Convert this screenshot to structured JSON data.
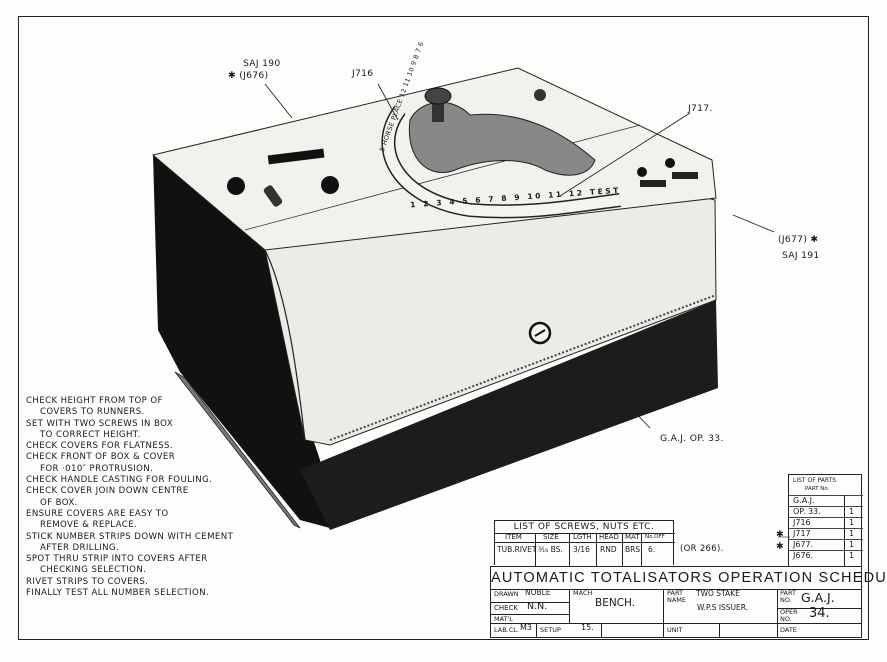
{
  "callouts": {
    "saj190": "SAJ 190",
    "j676_top": "✱ (J676)",
    "j716": "J716",
    "j717": "J717.",
    "j677": "(J677) ✱",
    "saj191": "SAJ 191",
    "gaj": "G.A.J.  OP. 33."
  },
  "dial": {
    "numbers": [
      "1",
      "2",
      "3",
      "4",
      "5",
      "6",
      "7",
      "8",
      "9",
      "10",
      "11",
      "12",
      "TEST"
    ],
    "upper_text": "5 HORSE PLACE 12 11 10 9 8 7 6"
  },
  "notes": [
    {
      "text": "CHECK HEIGHT FROM TOP OF",
      "indent": false
    },
    {
      "text": "COVERS TO RUNNERS.",
      "indent": true
    },
    {
      "text": "SET WITH TWO SCREWS IN BOX",
      "indent": false
    },
    {
      "text": "TO CORRECT HEIGHT.",
      "indent": true
    },
    {
      "text": "CHECK COVERS FOR FLATNESS.",
      "indent": false
    },
    {
      "text": "CHECK FRONT OF BOX & COVER",
      "indent": false
    },
    {
      "text": "FOR ·010″ PROTRUSION.",
      "indent": true
    },
    {
      "text": "CHECK HANDLE CASTING FOR FOULING.",
      "indent": false
    },
    {
      "text": "CHECK COVER JOIN DOWN CENTRE",
      "indent": false
    },
    {
      "text": "OF BOX.",
      "indent": true
    },
    {
      "text": "ENSURE COVERS ARE EASY TO",
      "indent": false
    },
    {
      "text": "REMOVE & REPLACE.",
      "indent": true
    },
    {
      "text": "STICK NUMBER STRIPS DOWN WITH CEMENT",
      "indent": false
    },
    {
      "text": "AFTER DRILLING.",
      "indent": true
    },
    {
      "text": "SPOT THRU STRIP INTO COVERS AFTER",
      "indent": false
    },
    {
      "text": "CHECKING SELECTION.",
      "indent": true
    },
    {
      "text": "RIVET STRIPS TO COVERS.",
      "indent": false
    },
    {
      "text": "FINALLY TEST ALL NUMBER SELECTION.",
      "indent": false
    }
  ],
  "screws": {
    "caption": "LIST OF SCREWS, NUTS ETC.",
    "headers": [
      "ITEM",
      "SIZE",
      "LGTH",
      "HEAD",
      "MAT",
      "No.OFF"
    ],
    "row": [
      "TUB.RIVET",
      "³⁄₁₆ BS.",
      "3/16",
      "RND",
      "BRS.",
      "6."
    ],
    "note": "(OR 266)."
  },
  "parts": {
    "caption": "LIST OF PARTS",
    "subcaption": "PART No.",
    "items": [
      {
        "name": "G.A.J.",
        "qty": ""
      },
      {
        "name": "OP. 33.",
        "qty": "1"
      },
      {
        "name": "J716",
        "qty": "1"
      },
      {
        "name": "J717",
        "qty": "1"
      },
      {
        "name": "J677.",
        "qty": "1"
      },
      {
        "name": "J676.",
        "qty": "1"
      }
    ],
    "stars": [
      "✱",
      "✱"
    ]
  },
  "schedule": {
    "title": "AUTOMATIC  TOTALISATORS  OPERATION  SCHEDULE",
    "drawn_label": "DRAWN",
    "drawn_value": "NOBLE",
    "check_label": "CHECK",
    "check_value": "N.N.",
    "matl_label": "MAT'L",
    "mach_label": "MACH",
    "mach_value": "BENCH.",
    "part_name_label": "PART NAME",
    "part_name_value": "TWO STAKE",
    "part_name_value2": "W.P.S  ISSUER.",
    "part_no_label": "PART NO.",
    "part_no_value": "G.A.J.",
    "oper_label": "OPER NO.",
    "oper_value": "34.",
    "lab_label": "LAB.CL.",
    "lab_value": "M3",
    "setup_label": "SETUP",
    "setup_value": "15.",
    "unit_label": "UNIT",
    "date_label": "DATE"
  }
}
